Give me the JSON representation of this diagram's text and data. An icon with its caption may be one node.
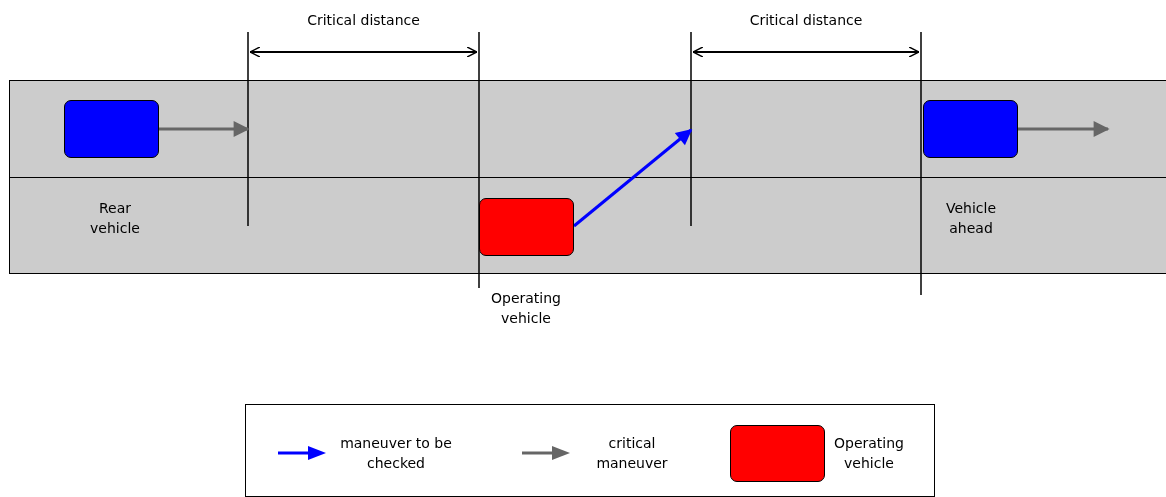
{
  "diagram": {
    "nodes": [
      {
        "text": [],
        "shape": "box",
        "beside": [
          "Rear vehicle"
        ]
      },
      {
        "text": [],
        "shape": "box",
        "beside": [
          "Operating vehicle"
        ]
      },
      {
        "text": [],
        "shape": "box",
        "beside": [
          "Vehicle ahead"
        ]
      }
    ],
    "edges": [
      {
        "from": 0,
        "to": null,
        "arrow": "to"
      },
      {
        "from": 1,
        "to": null,
        "arrow": "to",
        "color": "#0000ff"
      },
      {
        "from": 2,
        "to": null,
        "arrow": "to"
      }
    ],
    "labels": [
      "Critical distance",
      "Critical distance"
    ],
    "legend": [
      {
        "text": "maneuver to be checked"
      },
      {
        "text": "critical maneuver"
      },
      {
        "text": "Operating vehicle",
        "color": "#ff0000"
      }
    ]
  }
}
